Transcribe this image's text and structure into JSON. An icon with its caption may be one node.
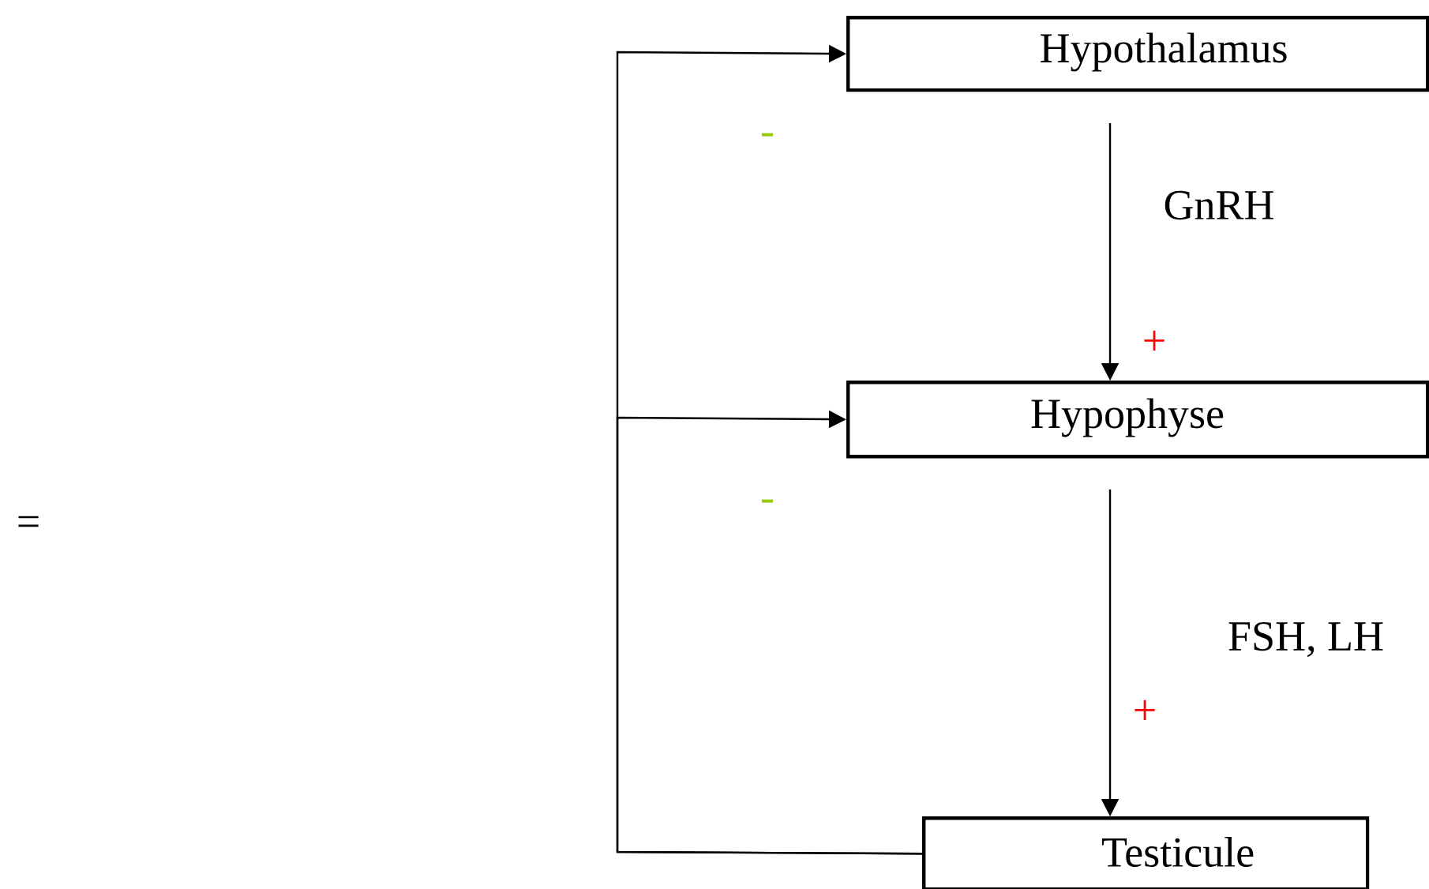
{
  "diagram": {
    "nodes": [
      {
        "text": [
          "Hypothalamus"
        ]
      },
      {
        "text": [
          "Hypophyse"
        ]
      },
      {
        "text": [
          "Testicule"
        ]
      }
    ],
    "edges": [
      {
        "from": 0,
        "to": 1,
        "arrow": "to",
        "label": "GnRH"
      },
      {
        "from": 1,
        "to": 2,
        "arrow": "to",
        "label": "FSH, LH"
      },
      {
        "from": 2,
        "to": 0,
        "arrow": "to"
      },
      {
        "from": 2,
        "to": 1,
        "arrow": "to"
      }
    ],
    "labels": [
      "-",
      "+",
      "=",
      "-",
      "+"
    ]
  }
}
